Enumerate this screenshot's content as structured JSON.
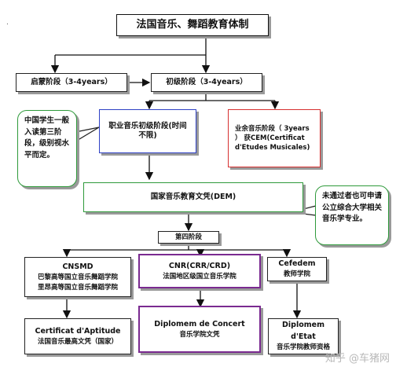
{
  "title": "法国音乐、舞蹈教育体制",
  "nodes": {
    "qimeng": "启蒙阶段（3-4years）",
    "chuji": "初级阶段（3-4years）",
    "zhiye": "职业音乐初级阶段(时间不限)",
    "yeyu": "业余音乐阶段（ 3years ） 获CEM(Certificat d'Etudes Musicales)",
    "dem": "国家音乐教育文凭(DEM)",
    "stage4": "第四阶段",
    "cnsmd_title": "CNSMD",
    "cnsmd_desc1": "巴黎高等国立音乐舞蹈学院",
    "cnsmd_desc2": "里昂高等国立音乐舞蹈学院",
    "cnr_title": "CNR(CRR/CRD)",
    "cnr_desc": "法国地区级国立音乐学院",
    "cefedem_title": "Cefedem",
    "cefedem_desc": "教师学院",
    "aptitude_title": "Certificat d'Aptitude",
    "aptitude_desc": "法国音乐最高文凭（国家）",
    "concert_title": "Diplomem de Concert",
    "concert_desc": "音乐学院文凭",
    "etat_title": "Diplomem d'Etat",
    "etat_desc": "音乐学院教师资格"
  },
  "notes": {
    "left": "中国学生一般入读第三阶段，级别视水平而定。",
    "right": "未通过者也可申请公立综合大学相关音乐学专业。"
  },
  "colors": {
    "zhiye_border": "#2e40c4",
    "yeyu_border": "#d62f2f",
    "yeyu_text": "#2a2a2a",
    "dem_border": "#2e9a3a",
    "cnr_border": "#7a2a90",
    "concert_border": "#7a2a90",
    "note_border": "#2e9a3a"
  },
  "watermark": "知乎 @车猪网"
}
